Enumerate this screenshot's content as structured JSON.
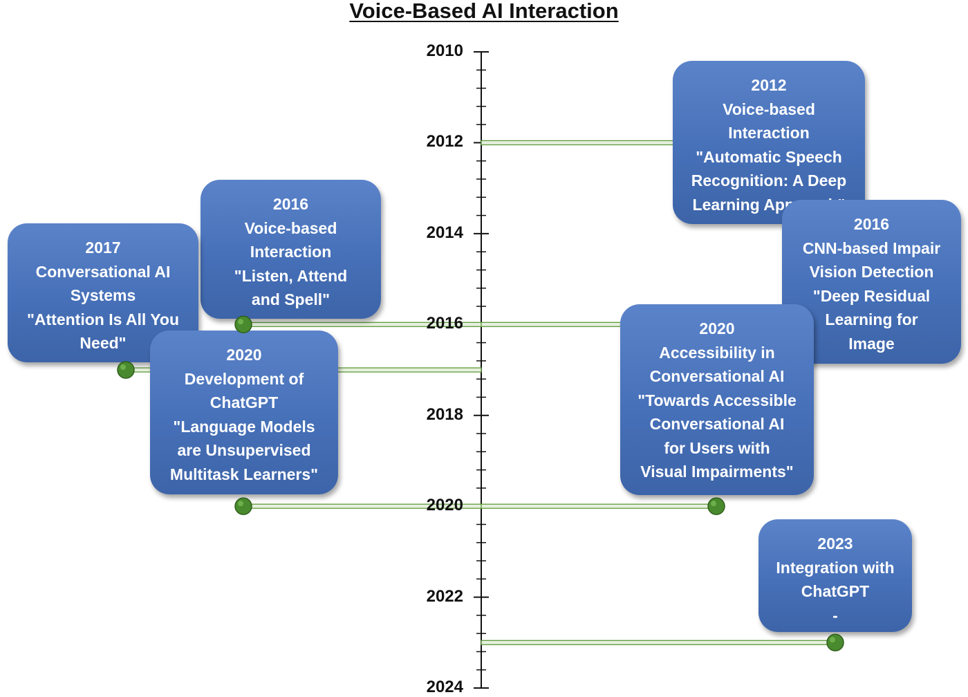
{
  "title": "Voice-Based AI Interaction",
  "colors": {
    "bubble": "#4670b8",
    "connector": "#5e9a3a",
    "marker": "#4a8a2e",
    "axis": "#111111"
  },
  "axis": {
    "min": 2010,
    "max": 2024,
    "major_step": 2,
    "minor_step": 0.4,
    "labels": [
      "2010",
      "2012",
      "2014",
      "2016",
      "2018",
      "2020",
      "2022",
      "2024"
    ]
  },
  "events": [
    {
      "year": 2012,
      "side": "right",
      "lines": [
        "2012",
        "Voice-based",
        "Interaction",
        "\"Automatic Speech",
        "Recognition: A Deep",
        "Learning Approach\""
      ]
    },
    {
      "year": 2016,
      "side": "left",
      "lines": [
        "2016",
        "Voice-based",
        "Interaction",
        "\"Listen, Attend",
        "and Spell\""
      ]
    },
    {
      "year": 2016,
      "side": "right",
      "lines": [
        "2016",
        "CNN-based Impair",
        "Vision Detection",
        "\"Deep Residual",
        "Learning for",
        "Image"
      ]
    },
    {
      "year": 2017,
      "side": "left",
      "lines": [
        "2017",
        "Conversational AI",
        "Systems",
        "\"Attention Is All You",
        "Need\""
      ]
    },
    {
      "year": 2020,
      "side": "left",
      "lines": [
        "2020",
        "Development of",
        "ChatGPT",
        "\"Language Models",
        "are Unsupervised",
        "Multitask Learners\""
      ]
    },
    {
      "year": 2020,
      "side": "right",
      "lines": [
        "2020",
        "Accessibility in",
        "Conversational AI",
        "\"Towards Accessible",
        "Conversational AI",
        "for Users with",
        "Visual Impairments\""
      ]
    },
    {
      "year": 2023,
      "side": "right",
      "lines": [
        "2023",
        "Integration with",
        "ChatGPT",
        "-"
      ]
    }
  ]
}
